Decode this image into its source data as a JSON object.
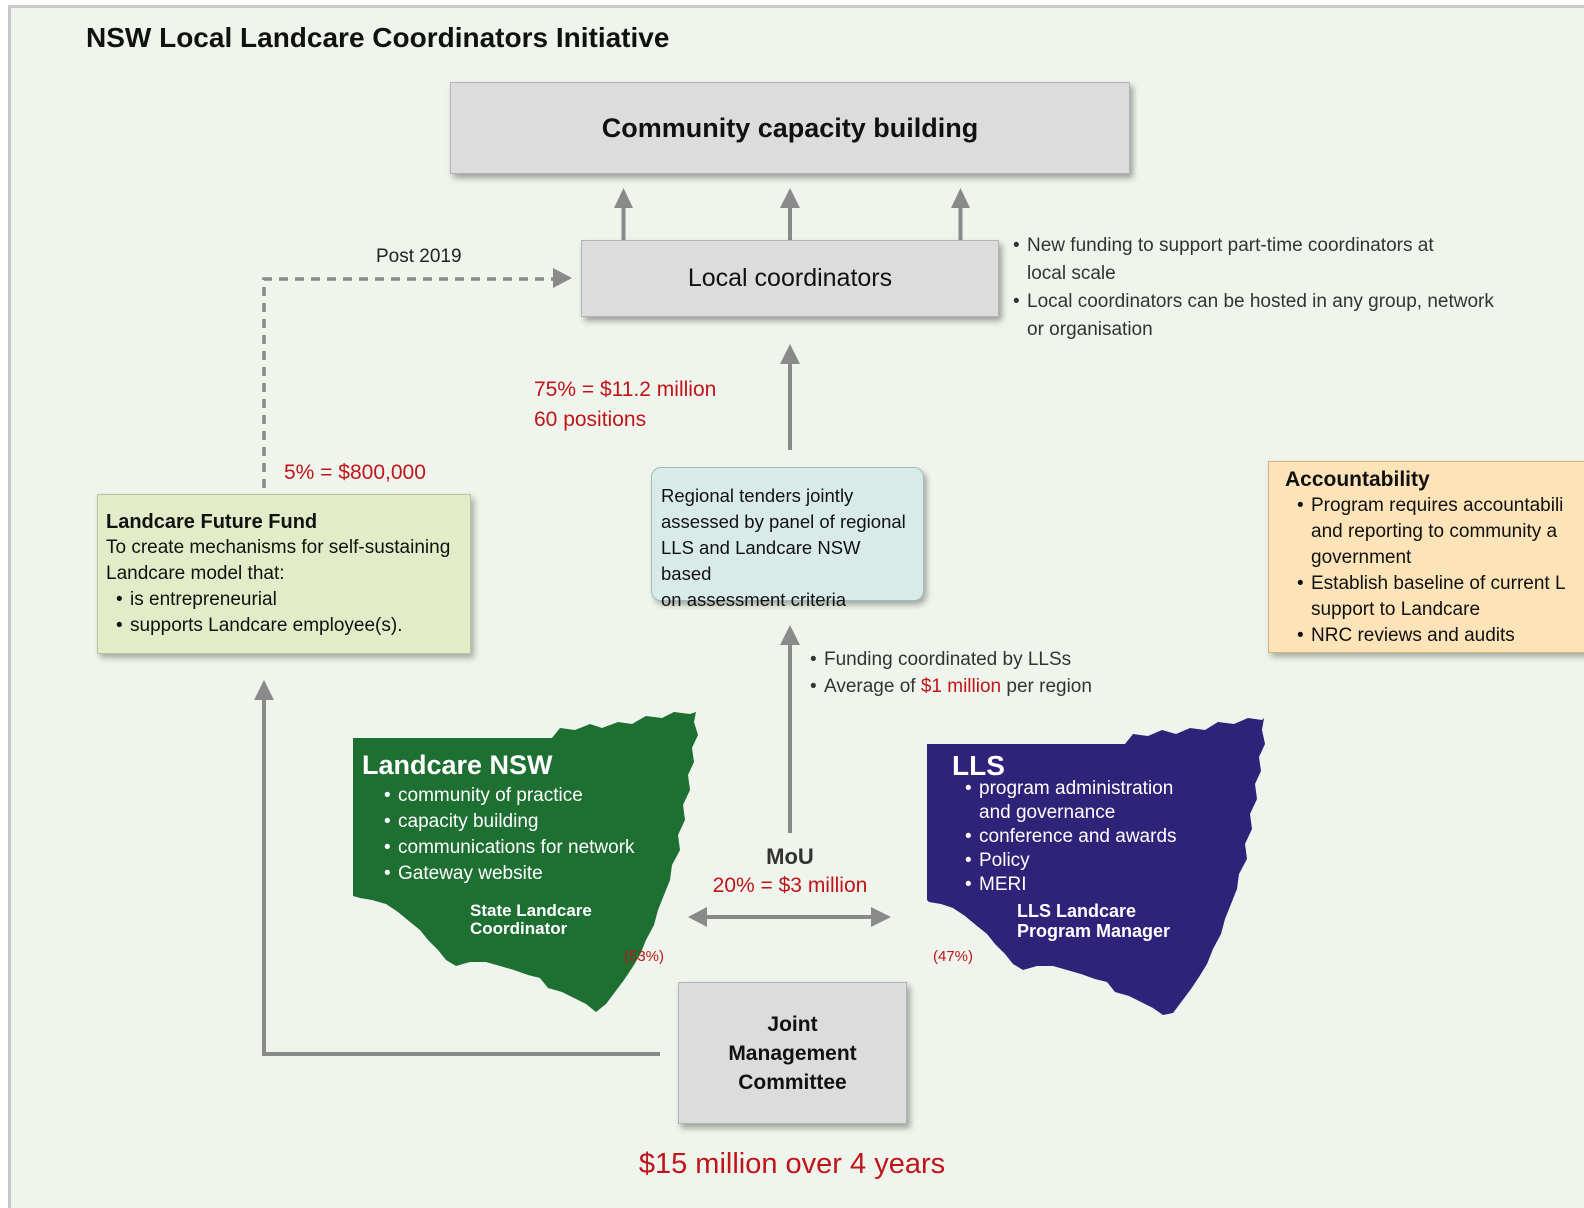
{
  "title": "NSW Local Landcare Coordinators Initiative",
  "boxes": {
    "community": "Community capacity building",
    "local": "Local coordinators",
    "joint": [
      "Joint",
      "Management",
      "Committee"
    ]
  },
  "local_notes": [
    [
      "New funding to support part-time coordinators at",
      "local scale"
    ],
    [
      "Local coordinators can be hosted in any group, network",
      "or organisation"
    ]
  ],
  "post_2019": "Post 2019",
  "allocation_75": [
    "75% = $11.2 million",
    "60 positions"
  ],
  "allocation_5": "5% = $800,000",
  "future_fund": {
    "heading": "Landcare Future Fund",
    "intro": [
      "To create mechanisms for self-sustaining",
      "Landcare model that:"
    ],
    "items": [
      "is entrepreneurial",
      "supports Landcare employee(s)."
    ]
  },
  "tenders": [
    "Regional tenders jointly",
    "assessed by panel of regional",
    "LLS and Landcare NSW based",
    "on assessment criteria"
  ],
  "accountability": {
    "heading": "Accountability",
    "items": [
      [
        "Program requires accountabili",
        "and reporting to community a",
        "government"
      ],
      [
        "Establish baseline of current L",
        "support to Landcare"
      ],
      [
        "NRC reviews and audits"
      ]
    ]
  },
  "funding_notes": {
    "item1": "Funding coordinated by LLSs",
    "item2_prefix": "Average of ",
    "item2_highlight": "$1 million",
    "item2_suffix": " per region"
  },
  "landcare_nsw": {
    "heading": "Landcare NSW",
    "items": [
      "community of practice",
      "capacity building",
      "communications for network",
      "Gateway website"
    ],
    "coordinator": [
      "State Landcare",
      "Coordinator"
    ],
    "share": "(53%)",
    "color": "#1e6f32"
  },
  "lls": {
    "heading": "LLS",
    "items": [
      [
        "program administration",
        "and governance"
      ],
      [
        "conference and awards"
      ],
      [
        "Policy"
      ],
      [
        "MERI"
      ]
    ],
    "manager": [
      "LLS Landcare",
      "Program Manager"
    ],
    "share": "(47%)",
    "color": "#2e2279"
  },
  "mou": "MoU",
  "allocation_20": "20% = $3 million",
  "total": "$15 million over 4 years",
  "colors": {
    "accent_red": "#c0141b",
    "arrow_grey": "#8a8a8a",
    "background": "#eff5ec"
  }
}
